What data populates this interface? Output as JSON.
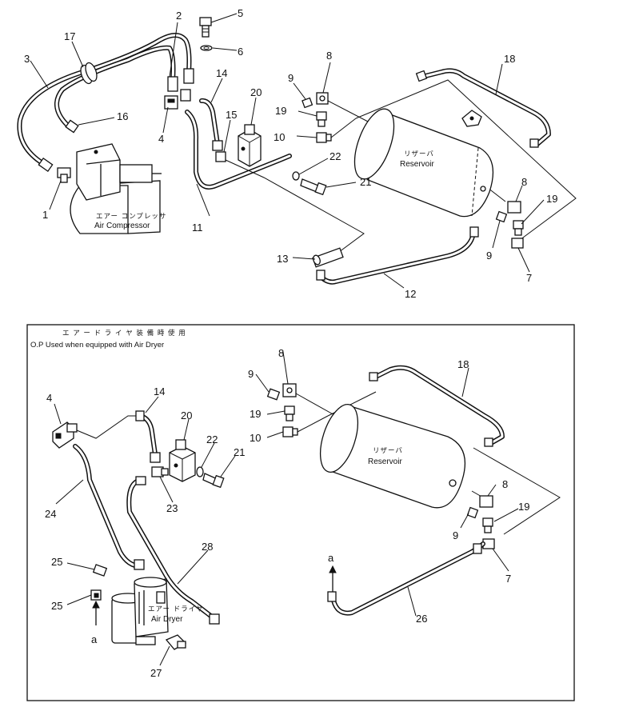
{
  "callouts": {
    "n1": "1",
    "n2": "2",
    "n3": "3",
    "n4": "4",
    "n5": "5",
    "n6": "6",
    "n7": "7",
    "n8": "8",
    "n9": "9",
    "n10": "10",
    "n11": "11",
    "n12": "12",
    "n13": "13",
    "n14": "14",
    "n15": "15",
    "n16": "16",
    "n17": "17",
    "n18": "18",
    "n19": "19",
    "n20": "20",
    "n21": "21",
    "n22": "22",
    "n23": "23",
    "n24": "24",
    "n25": "25",
    "n26": "26",
    "n27": "27",
    "n28": "28",
    "a": "a"
  },
  "labels": {
    "compressor_jp": "エアー コンプレッサ",
    "compressor_en": "Air Compressor",
    "reservoir_jp": "リザーバ",
    "reservoir_en": "Reservoir",
    "dryer_jp": "エアー ドライヤ",
    "dryer_en": "Air Dryer"
  },
  "option_box": {
    "caption_jp": "エ ア ー ド ラ イ ヤ 装 備 時 使 用",
    "caption_en": "O.P Used when equipped with Air Dryer"
  }
}
